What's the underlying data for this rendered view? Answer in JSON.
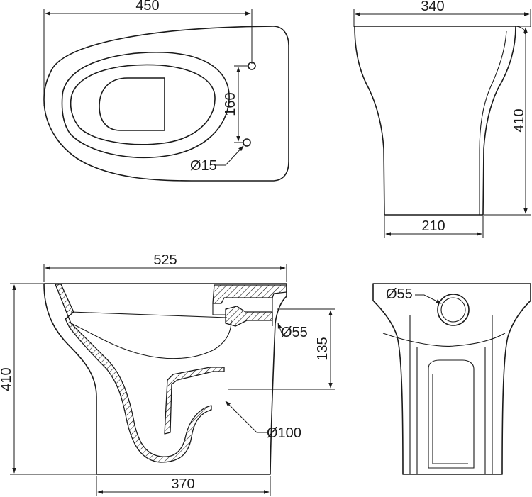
{
  "top_view": {
    "width_label": "450",
    "hole_spacing_label": "160",
    "hole_diameter_label": "Ø15"
  },
  "front_view": {
    "width_label": "340",
    "height_label": "410",
    "base_width_label": "210"
  },
  "side_section": {
    "length_label": "525",
    "height_label": "410",
    "base_length_label": "370",
    "inlet_diameter_label": "Ø55",
    "outlet_height_label": "135",
    "outlet_diameter_label": "Ø100"
  },
  "rear_view": {
    "inlet_diameter_label": "Ø55"
  }
}
